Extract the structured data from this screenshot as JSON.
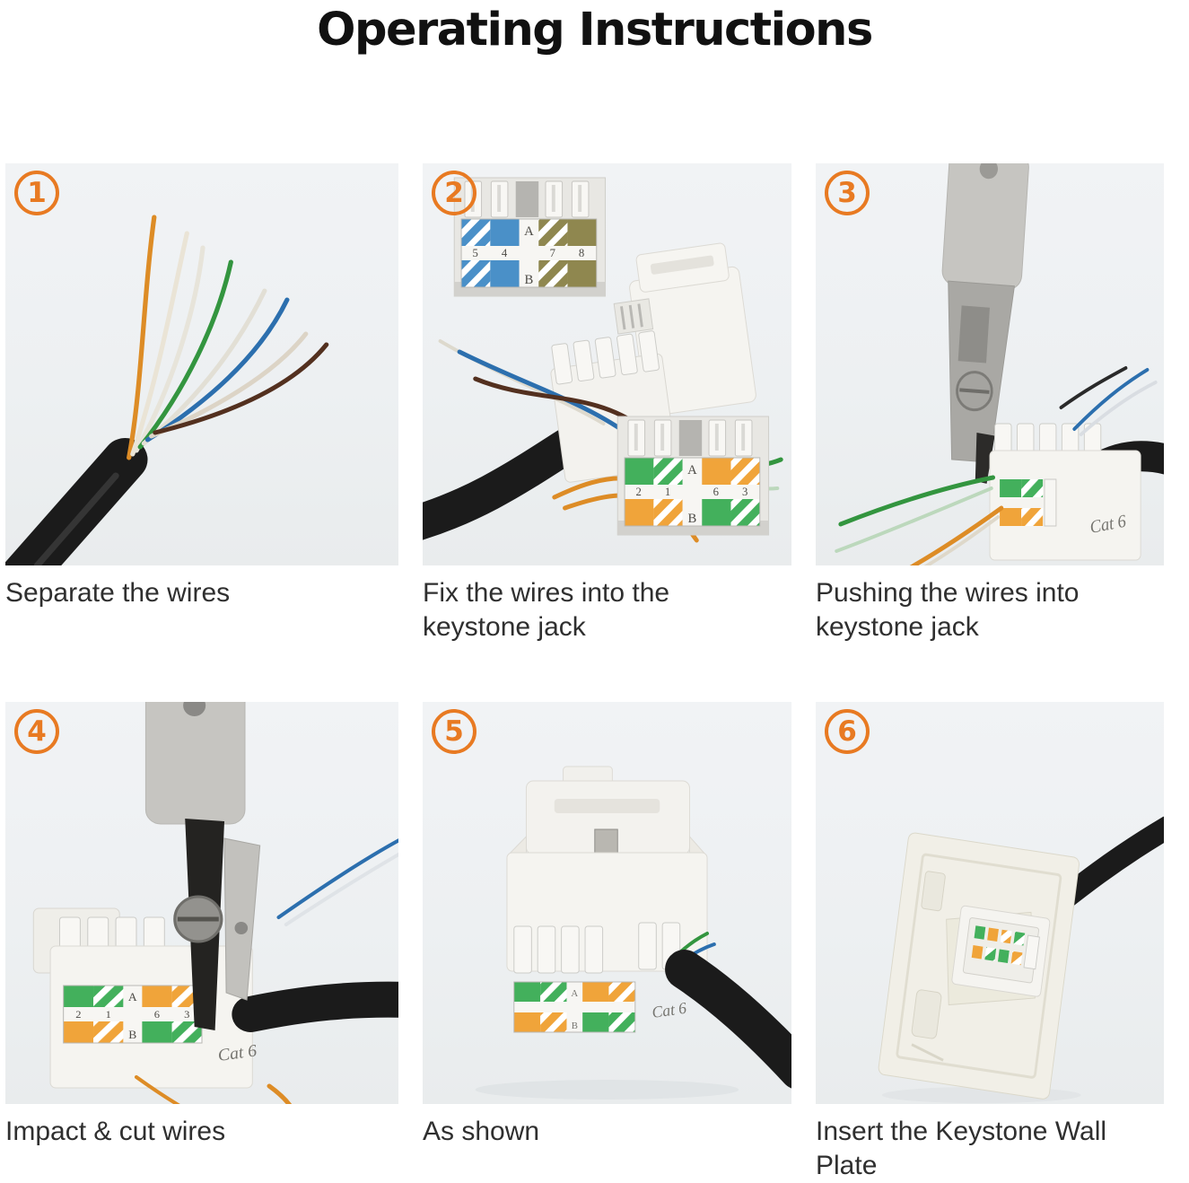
{
  "page": {
    "title": "Operating Instructions"
  },
  "colors": {
    "accent_orange": "#e87a22",
    "photo_background": "#eff1f3",
    "title_text": "#111111",
    "caption_text": "#2f2f2f",
    "cable_black": "#1b1b1b",
    "jack_white": "#f5f4f0",
    "tool_gray": "#c6c5c1",
    "tool_metal": "#a9a8a4",
    "wire_orange": "#dd8c26",
    "wire_green": "#33953f",
    "wire_blue": "#2c6fae",
    "wire_brown": "#53301f",
    "wire_white": "#e6e2d6",
    "label_blue": "#4a90c8",
    "label_olive": "#8f874f",
    "label_green": "#43b05c",
    "label_orange": "#f0a43a"
  },
  "steps": [
    {
      "number": "1",
      "caption": "Separate the wires"
    },
    {
      "number": "2",
      "caption": "Fix the wires into the keystone jack"
    },
    {
      "number": "3",
      "caption": "Pushing the wires into keystone jack"
    },
    {
      "number": "4",
      "caption": "Impact & cut wires"
    },
    {
      "number": "5",
      "caption": "As shown"
    },
    {
      "number": "6",
      "caption": "Insert the Keystone Wall Plate"
    }
  ],
  "wiring_labels": {
    "blue_pair_label": {
      "row_a": "A",
      "row_b": "B",
      "numbers": [
        "5",
        "4",
        "7",
        "8"
      ]
    },
    "green_orange_label": {
      "row_a": "A",
      "row_b": "B",
      "numbers": [
        "2",
        "1",
        "6",
        "3"
      ]
    },
    "jack_marking": "Cat 6"
  }
}
